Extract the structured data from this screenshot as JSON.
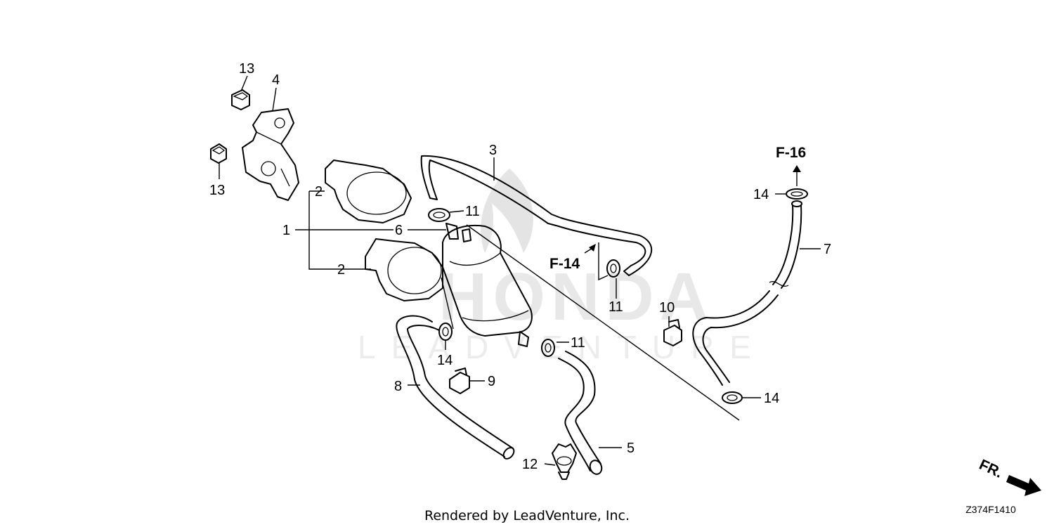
{
  "callouts": [
    {
      "id": "13a",
      "label": "13"
    },
    {
      "id": "4",
      "label": "4"
    },
    {
      "id": "13b",
      "label": "13"
    },
    {
      "id": "3",
      "label": "3"
    },
    {
      "id": "2a",
      "label": "2"
    },
    {
      "id": "1",
      "label": "1"
    },
    {
      "id": "6",
      "label": "6"
    },
    {
      "id": "11a",
      "label": "11"
    },
    {
      "id": "2b",
      "label": "2"
    },
    {
      "id": "11b",
      "label": "11"
    },
    {
      "id": "10",
      "label": "10"
    },
    {
      "id": "11c",
      "label": "11"
    },
    {
      "id": "14a",
      "label": "14"
    },
    {
      "id": "9",
      "label": "9"
    },
    {
      "id": "8",
      "label": "8"
    },
    {
      "id": "12",
      "label": "12"
    },
    {
      "id": "5",
      "label": "5"
    },
    {
      "id": "14b",
      "label": "14"
    },
    {
      "id": "7",
      "label": "7"
    },
    {
      "id": "14c",
      "label": "14"
    }
  ],
  "refs": {
    "f14": "F-14",
    "f16": "F-16"
  },
  "direction_label": "FR.",
  "footer": "Rendered by LeadVenture, Inc.",
  "diagram_code": "Z374F1410"
}
